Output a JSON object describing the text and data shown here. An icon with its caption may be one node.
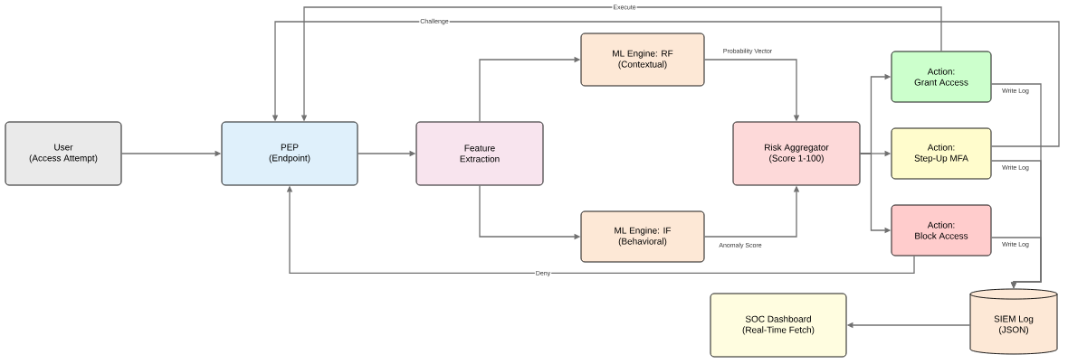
{
  "diagram": {
    "nodes": [
      {
        "text": [
          "User",
          "(Access Attempt)"
        ]
      },
      {
        "text": [
          "PEP",
          "(Endpoint)"
        ]
      },
      {
        "text": [
          "Feature",
          "Extraction"
        ]
      },
      {
        "text": [
          "ML Engine:  RF",
          "(Contextual)"
        ]
      },
      {
        "text": [
          "ML Engine:  IF",
          "(Behavioral)"
        ]
      },
      {
        "text": [
          "Risk Aggregator",
          "(Score 1-100)"
        ]
      },
      {
        "text": [
          "Action:",
          "Grant Access"
        ]
      },
      {
        "text": [
          "Action:",
          "Step-Up MFA"
        ]
      },
      {
        "text": [
          "Action:",
          "Block Access"
        ]
      },
      {
        "text": [
          "SIEM Log",
          "(JSON)"
        ]
      },
      {
        "text": [
          "SOC Dashboard",
          "(Real-Time Fetch)"
        ]
      }
    ],
    "edges": [
      {
        "from": 0,
        "to": 1,
        "arrow": "to"
      },
      {
        "from": 1,
        "to": 2,
        "arrow": "to"
      },
      {
        "from": 2,
        "to": 3,
        "arrow": "to"
      },
      {
        "from": 2,
        "to": 4,
        "arrow": "to"
      },
      {
        "from": 3,
        "to": 5,
        "arrow": "to",
        "label": "Probability Vector"
      },
      {
        "from": 4,
        "to": 5,
        "arrow": "to",
        "label": "Anomaly Score"
      },
      {
        "from": 5,
        "to": 6,
        "arrow": "to"
      },
      {
        "from": 5,
        "to": 7,
        "arrow": "to"
      },
      {
        "from": 5,
        "to": 8,
        "arrow": "to"
      },
      {
        "from": 6,
        "to": 1,
        "arrow": "to",
        "label": "Execute"
      },
      {
        "from": 7,
        "to": 1,
        "arrow": "to",
        "label": "Challenge"
      },
      {
        "from": 8,
        "to": 1,
        "arrow": "to",
        "label": "Deny"
      },
      {
        "from": 6,
        "to": 9,
        "arrow": "to",
        "label": "Write Log"
      },
      {
        "from": 7,
        "to": 9,
        "arrow": "to",
        "label": "Write Log"
      },
      {
        "from": 8,
        "to": 9,
        "arrow": "to",
        "label": "Write Log"
      },
      {
        "from": 9,
        "to": 10,
        "arrow": "to"
      }
    ]
  }
}
